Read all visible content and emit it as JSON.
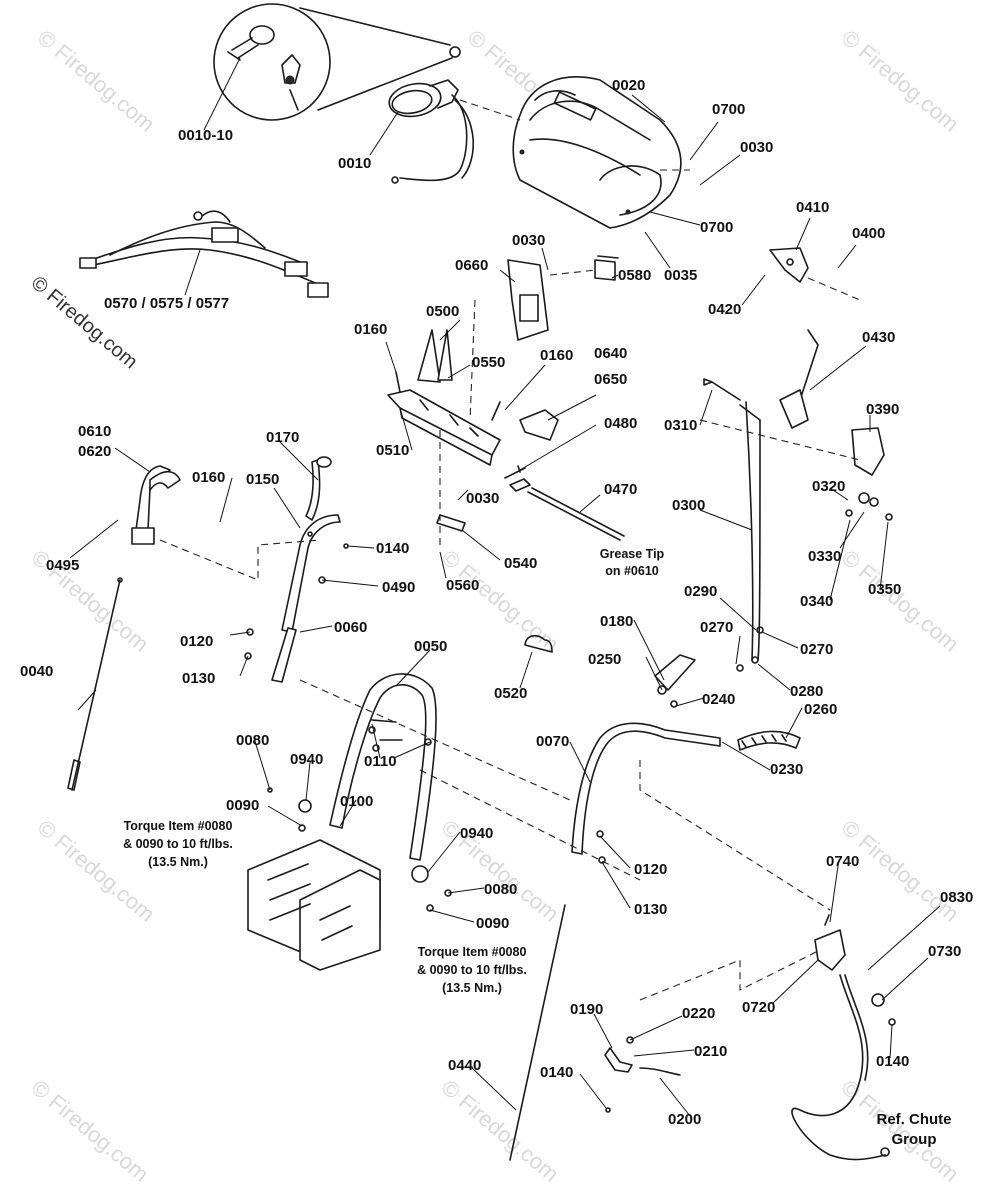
{
  "watermark_text": "© Firedog.com",
  "side_watermark": "© Firedog.com",
  "notes": {
    "torque_left": [
      "Torque Item #0080",
      "& 0090 to 10 ft/lbs.",
      "(13.5 Nm.)"
    ],
    "torque_right": [
      "Torque Item #0080",
      "& 0090 to 10 ft/lbs.",
      "(13.5 Nm.)"
    ],
    "grease": [
      "Grease Tip",
      "on #0610"
    ],
    "chute": [
      "Ref. Chute",
      "Group"
    ]
  },
  "callouts": [
    "0010-10",
    "0010",
    "0020",
    "0700",
    "0030",
    "0700",
    "0035",
    "0570 / 0575 / 0577",
    "0030",
    "0660",
    "0580",
    "0410",
    "0400",
    "0420",
    "0500",
    "0160",
    "0550",
    "0160",
    "0640",
    "0650",
    "0430",
    "0510",
    "0480",
    "0310",
    "0390",
    "0610",
    "0620",
    "0170",
    "0160",
    "0150",
    "0030",
    "0470",
    "0300",
    "0320",
    "0140",
    "0540",
    "0330",
    "0495",
    "0490",
    "0560",
    "0340",
    "0350",
    "0060",
    "0290",
    "0120",
    "0270",
    "0130",
    "0050",
    "0180",
    "0270",
    "0040",
    "0250",
    "0280",
    "0520",
    "0240",
    "0260",
    "0080",
    "0940",
    "0110",
    "0070",
    "0230",
    "0090",
    "0100",
    "0940",
    "0120",
    "0080",
    "0130",
    "0090",
    "0740",
    "0830",
    "0730",
    "0720",
    "0190",
    "0220",
    "0210",
    "0440",
    "0140",
    "0140",
    "0200"
  ]
}
